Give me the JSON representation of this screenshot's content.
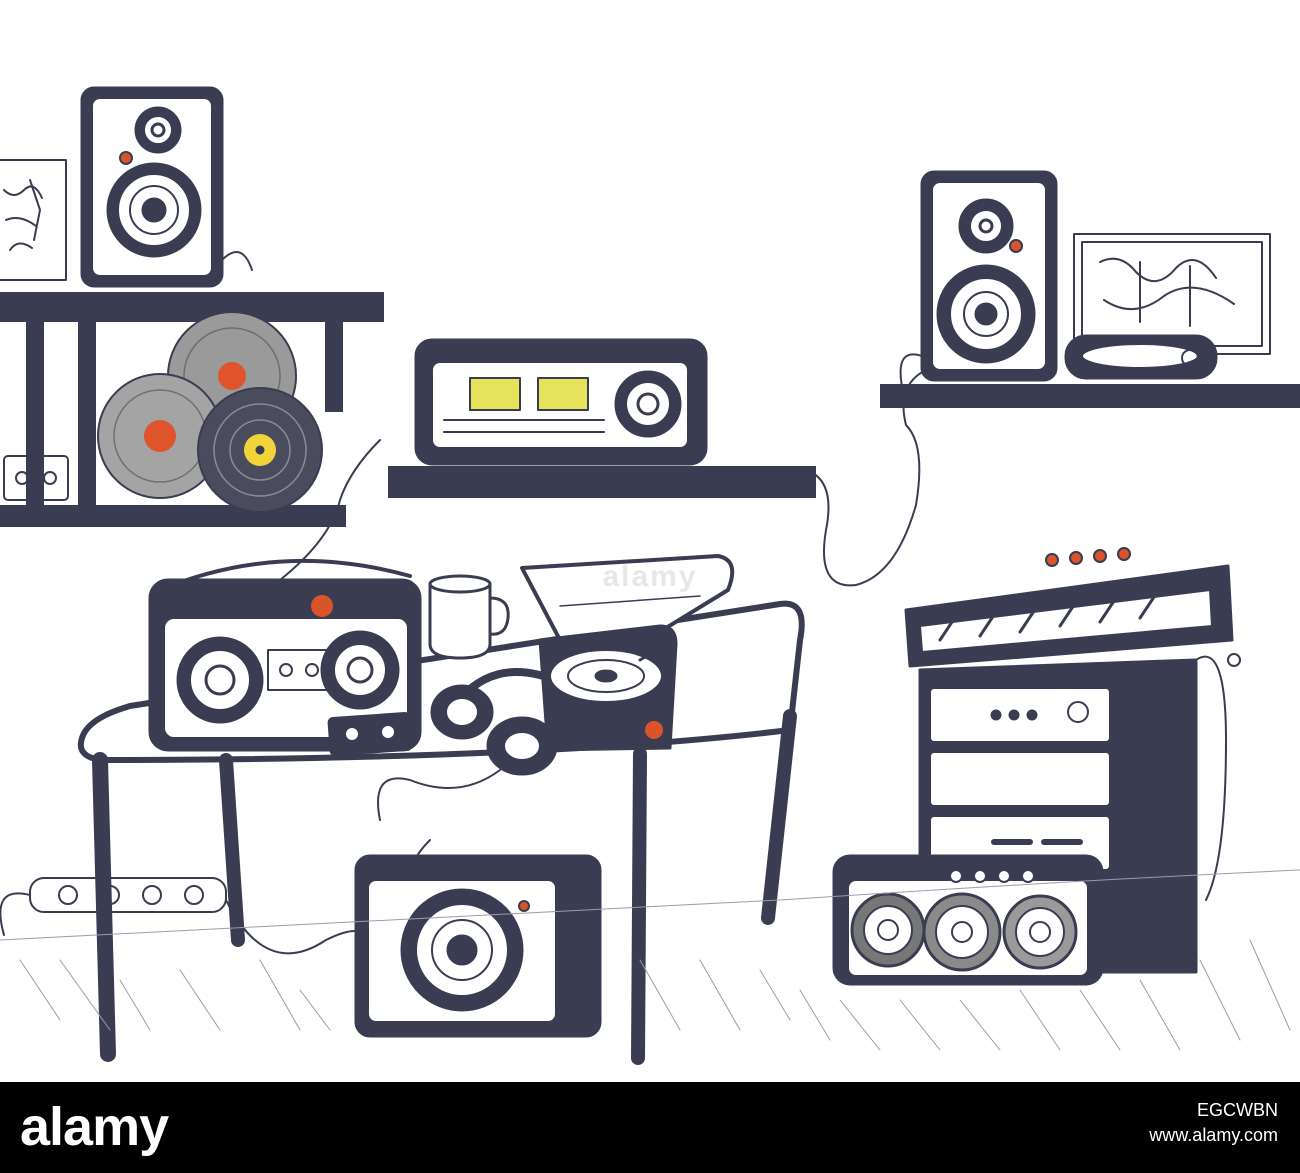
{
  "colors": {
    "ink": "#3a3d52",
    "background": "#ffffff",
    "footer": "#000000",
    "record_label_red": "#e0542c",
    "record_label_yellow": "#f2d33a",
    "record_grey": "#9a9a9a",
    "meter_yellow": "#e6e25a",
    "knob_accent": "#d9532b"
  },
  "scene": {
    "speakers": [
      {
        "name": "speaker-top-left"
      },
      {
        "name": "speaker-top-right"
      },
      {
        "name": "floor-speaker"
      }
    ],
    "records": [
      {
        "name": "record-1",
        "label_color": "record_label_red"
      },
      {
        "name": "record-2",
        "label_color": "record_label_red"
      },
      {
        "name": "record-3",
        "label_color": "record_label_yellow"
      }
    ]
  },
  "watermark": "alamy",
  "footer": {
    "logo": "alamy",
    "image_id": "EGCWBN",
    "url": "www.alamy.com"
  }
}
